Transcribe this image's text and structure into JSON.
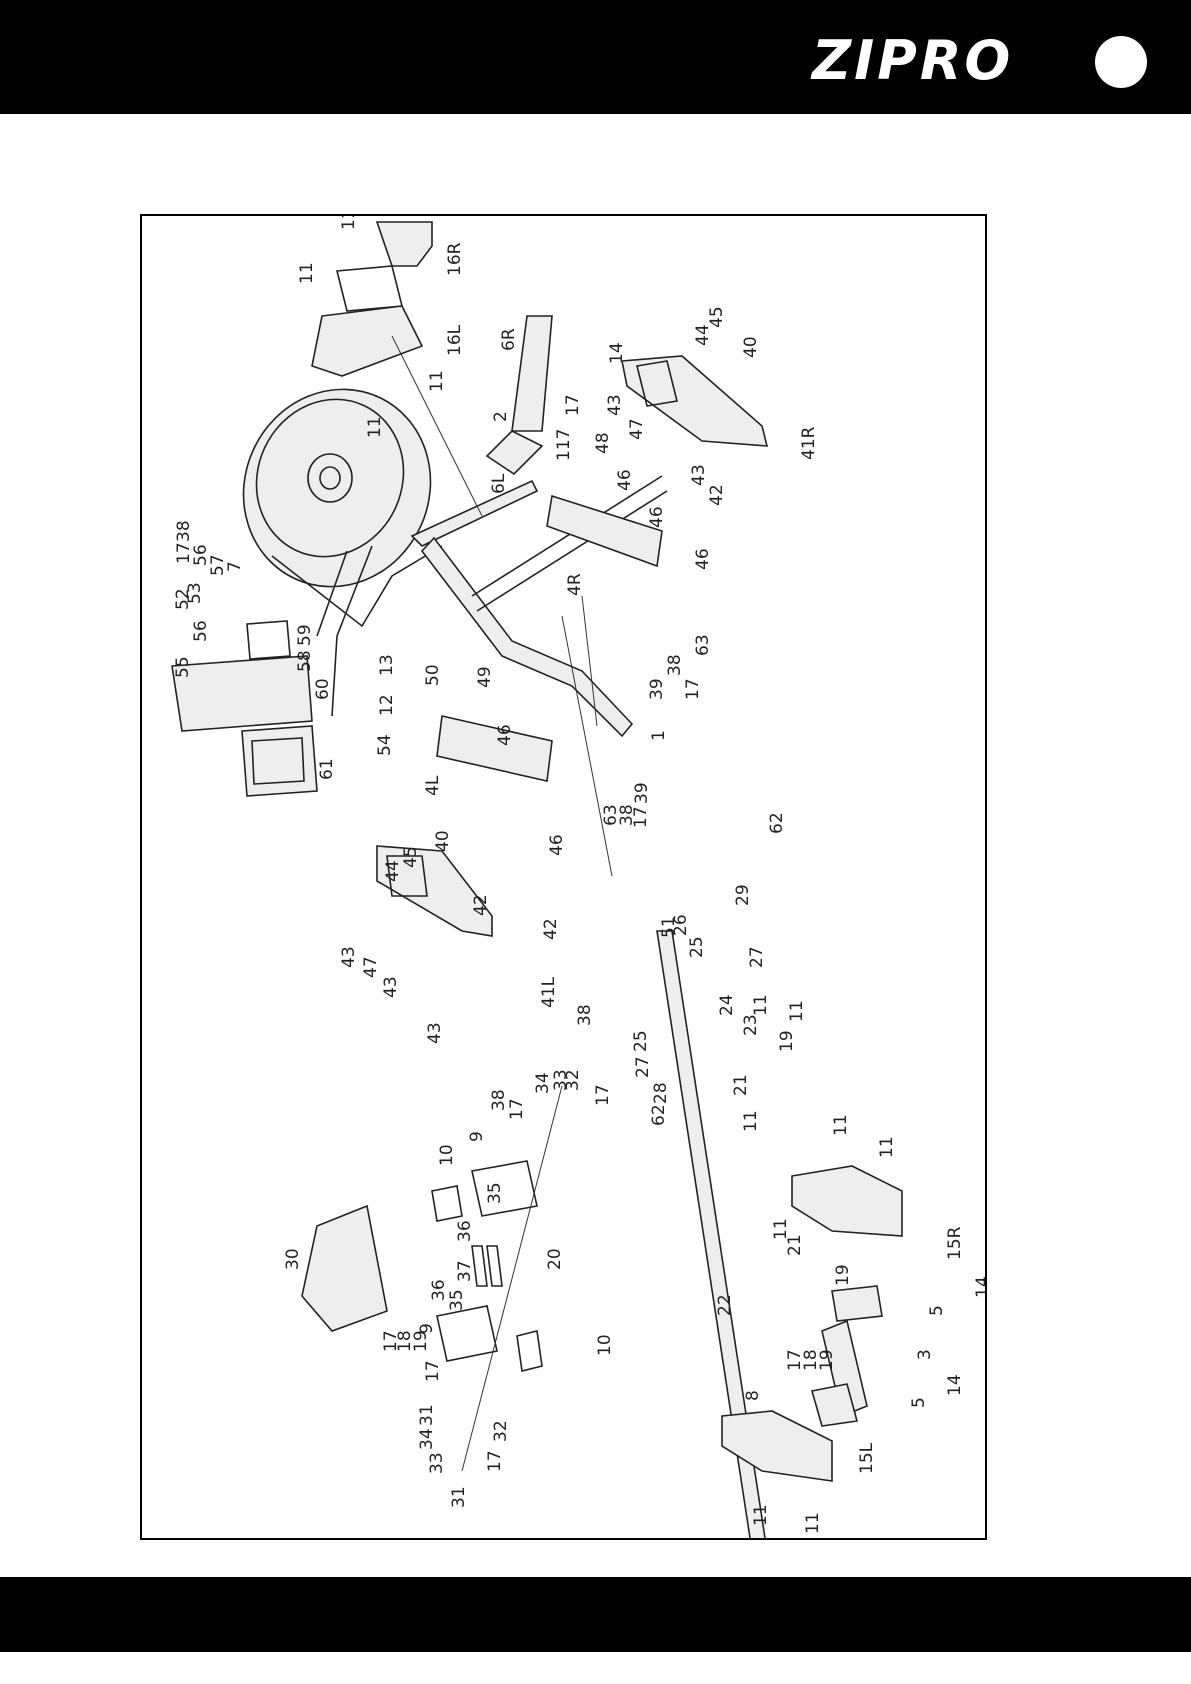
{
  "header": {
    "brand": "ZIPRO"
  },
  "diagram": {
    "labels": [
      {
        "id": "l1",
        "text": "11"
      },
      {
        "id": "l2",
        "text": "16R"
      },
      {
        "id": "l3",
        "text": "11"
      },
      {
        "id": "l4",
        "text": "16L"
      },
      {
        "id": "l5",
        "text": "11"
      },
      {
        "id": "l6",
        "text": "11"
      },
      {
        "id": "l7",
        "text": "6R"
      },
      {
        "id": "l8",
        "text": "14"
      },
      {
        "id": "l9",
        "text": "2"
      },
      {
        "id": "l10",
        "text": "17"
      },
      {
        "id": "l11",
        "text": "117"
      },
      {
        "id": "l12",
        "text": "48"
      },
      {
        "id": "l13",
        "text": "6L"
      },
      {
        "id": "l14",
        "text": "44"
      },
      {
        "id": "l15",
        "text": "45"
      },
      {
        "id": "l16",
        "text": "40"
      },
      {
        "id": "l17",
        "text": "43"
      },
      {
        "id": "l18",
        "text": "47"
      },
      {
        "id": "l19",
        "text": "41R"
      },
      {
        "id": "l20",
        "text": "43"
      },
      {
        "id": "l21",
        "text": "42"
      },
      {
        "id": "l22",
        "text": "46"
      },
      {
        "id": "l23",
        "text": "46"
      },
      {
        "id": "l24",
        "text": "46"
      },
      {
        "id": "l25",
        "text": "4R"
      },
      {
        "id": "l26",
        "text": "17"
      },
      {
        "id": "l27",
        "text": "38"
      },
      {
        "id": "l28",
        "text": "56"
      },
      {
        "id": "l29",
        "text": "57"
      },
      {
        "id": "l30",
        "text": "7"
      },
      {
        "id": "l31",
        "text": "53"
      },
      {
        "id": "l32",
        "text": "52"
      },
      {
        "id": "l33",
        "text": "56"
      },
      {
        "id": "l34",
        "text": "55"
      },
      {
        "id": "l35",
        "text": "59"
      },
      {
        "id": "l36",
        "text": "58"
      },
      {
        "id": "l37",
        "text": "60"
      },
      {
        "id": "l38",
        "text": "61"
      },
      {
        "id": "l39",
        "text": "13"
      },
      {
        "id": "l40",
        "text": "12"
      },
      {
        "id": "l41",
        "text": "54"
      },
      {
        "id": "l42",
        "text": "50"
      },
      {
        "id": "l43",
        "text": "49"
      },
      {
        "id": "l44",
        "text": "46"
      },
      {
        "id": "l45",
        "text": "4L"
      },
      {
        "id": "l46",
        "text": "63"
      },
      {
        "id": "l47",
        "text": "38"
      },
      {
        "id": "l48",
        "text": "17"
      },
      {
        "id": "l49",
        "text": "39"
      },
      {
        "id": "l50",
        "text": "1"
      },
      {
        "id": "l51",
        "text": "39"
      },
      {
        "id": "l52",
        "text": "17"
      },
      {
        "id": "l53",
        "text": "38"
      },
      {
        "id": "l54",
        "text": "63"
      },
      {
        "id": "l55",
        "text": "44"
      },
      {
        "id": "l56",
        "text": "45"
      },
      {
        "id": "l57",
        "text": "40"
      },
      {
        "id": "l58",
        "text": "42"
      },
      {
        "id": "l59",
        "text": "42"
      },
      {
        "id": "l60",
        "text": "46"
      },
      {
        "id": "l61",
        "text": "43"
      },
      {
        "id": "l62",
        "text": "47"
      },
      {
        "id": "l63",
        "text": "43"
      },
      {
        "id": "l64",
        "text": "43"
      },
      {
        "id": "l65",
        "text": "41L"
      },
      {
        "id": "l66",
        "text": "51"
      },
      {
        "id": "l67",
        "text": "26"
      },
      {
        "id": "l68",
        "text": "25"
      },
      {
        "id": "l69",
        "text": "62"
      },
      {
        "id": "l70",
        "text": "29"
      },
      {
        "id": "l71",
        "text": "27"
      },
      {
        "id": "l72",
        "text": "24"
      },
      {
        "id": "l73",
        "text": "23"
      },
      {
        "id": "l74",
        "text": "11"
      },
      {
        "id": "l75",
        "text": "11"
      },
      {
        "id": "l76",
        "text": "19"
      },
      {
        "id": "l77",
        "text": "21"
      },
      {
        "id": "l78",
        "text": "11"
      },
      {
        "id": "l79",
        "text": "38"
      },
      {
        "id": "l80",
        "text": "25"
      },
      {
        "id": "l81",
        "text": "27"
      },
      {
        "id": "l82",
        "text": "28"
      },
      {
        "id": "l83",
        "text": "62"
      },
      {
        "id": "l84",
        "text": "34"
      },
      {
        "id": "l85",
        "text": "33"
      },
      {
        "id": "l86",
        "text": "32"
      },
      {
        "id": "l87",
        "text": "17"
      },
      {
        "id": "l88",
        "text": "38"
      },
      {
        "id": "l89",
        "text": "17"
      },
      {
        "id": "l90",
        "text": "9"
      },
      {
        "id": "l91",
        "text": "10"
      },
      {
        "id": "l92",
        "text": "35"
      },
      {
        "id": "l93",
        "text": "36"
      },
      {
        "id": "l94",
        "text": "37"
      },
      {
        "id": "l95",
        "text": "36"
      },
      {
        "id": "l96",
        "text": "35"
      },
      {
        "id": "l97",
        "text": "30"
      },
      {
        "id": "l98",
        "text": "20"
      },
      {
        "id": "l99",
        "text": "17"
      },
      {
        "id": "l100",
        "text": "18"
      },
      {
        "id": "l101",
        "text": "19"
      },
      {
        "id": "l102",
        "text": "9"
      },
      {
        "id": "l103",
        "text": "10"
      },
      {
        "id": "l104",
        "text": "17"
      },
      {
        "id": "l105",
        "text": "31"
      },
      {
        "id": "l106",
        "text": "34"
      },
      {
        "id": "l107",
        "text": "32"
      },
      {
        "id": "l108",
        "text": "33"
      },
      {
        "id": "l109",
        "text": "17"
      },
      {
        "id": "l110",
        "text": "31"
      },
      {
        "id": "l111",
        "text": "22"
      },
      {
        "id": "l112",
        "text": "11"
      },
      {
        "id": "l113",
        "text": "21"
      },
      {
        "id": "l114",
        "text": "19"
      },
      {
        "id": "l115",
        "text": "11"
      },
      {
        "id": "l116",
        "text": "11"
      },
      {
        "id": "l117",
        "text": "15R"
      },
      {
        "id": "l118",
        "text": "14"
      },
      {
        "id": "l119",
        "text": "5"
      },
      {
        "id": "l120",
        "text": "3"
      },
      {
        "id": "l121",
        "text": "17"
      },
      {
        "id": "l122",
        "text": "18"
      },
      {
        "id": "l123",
        "text": "19"
      },
      {
        "id": "l124",
        "text": "14"
      },
      {
        "id": "l125",
        "text": "5"
      },
      {
        "id": "l126",
        "text": "8"
      },
      {
        "id": "l127",
        "text": "15L"
      },
      {
        "id": "l128",
        "text": "11"
      },
      {
        "id": "l129",
        "text": "11"
      }
    ]
  }
}
